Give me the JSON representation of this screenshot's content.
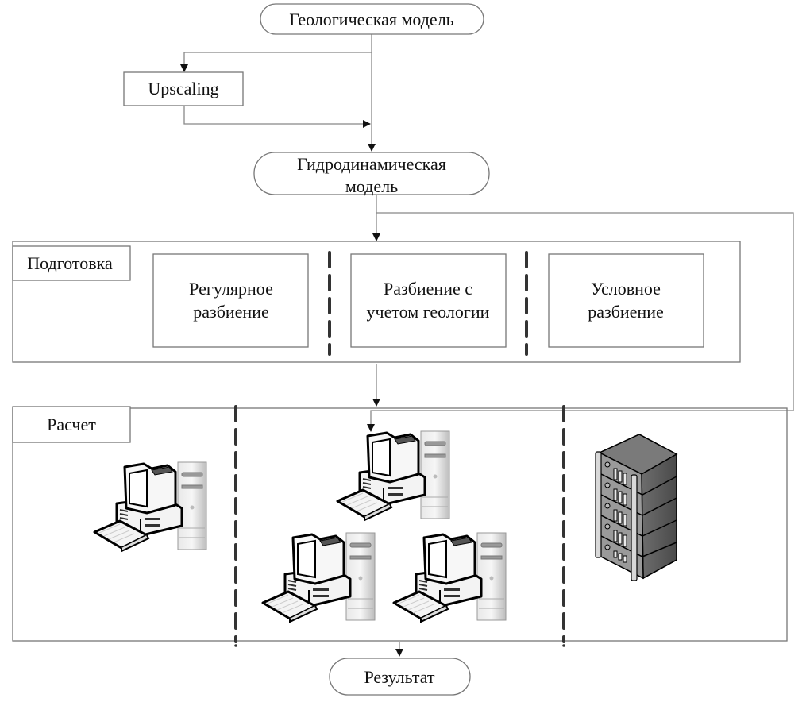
{
  "nodes": {
    "geological_model": "Геологическая модель",
    "upscaling": "Upscaling",
    "hydrodynamic_model_line1": "Гидродинамическая",
    "hydrodynamic_model_line2": "модель",
    "result": "Результат"
  },
  "preparation": {
    "title": "Подготовка",
    "options": [
      {
        "line1": "Регулярное",
        "line2": "разбиение"
      },
      {
        "line1": "Разбиение с",
        "line2": "учетом геологии"
      },
      {
        "line1": "Условное",
        "line2": "разбиение"
      }
    ]
  },
  "calculation": {
    "title": "Расчет",
    "columns": [
      {
        "icon": "workstation-icon",
        "count": 1
      },
      {
        "icon": "workstation-icon",
        "count": 3
      },
      {
        "icon": "server-rack-icon",
        "count": 1
      }
    ]
  }
}
